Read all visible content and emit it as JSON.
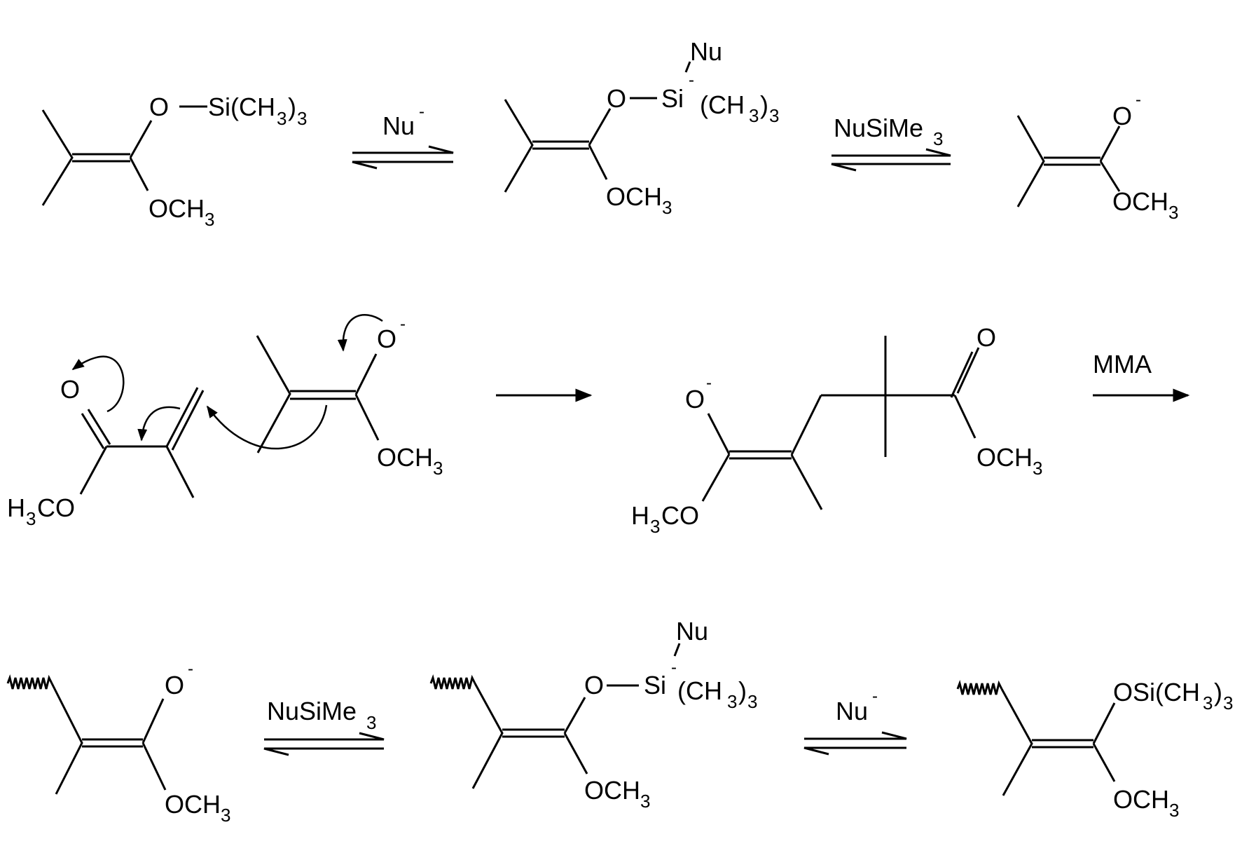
{
  "labels": {
    "O": "O",
    "Si": "Si",
    "Nu": "Nu",
    "neg": "-",
    "CH": "(CH",
    "CHsp": " (CH",
    "close": ")",
    "three": "3",
    "OCH": "OCH",
    "H": "H",
    "CO": "CO",
    "SiCH": "Si(CH",
    "OSiCH": "OSi(CH"
  },
  "reagents": {
    "nu": "Nu",
    "nu_charge": "-",
    "nusime": "NuSiMe",
    "nusime_sub": "3",
    "mma": "MMA"
  }
}
